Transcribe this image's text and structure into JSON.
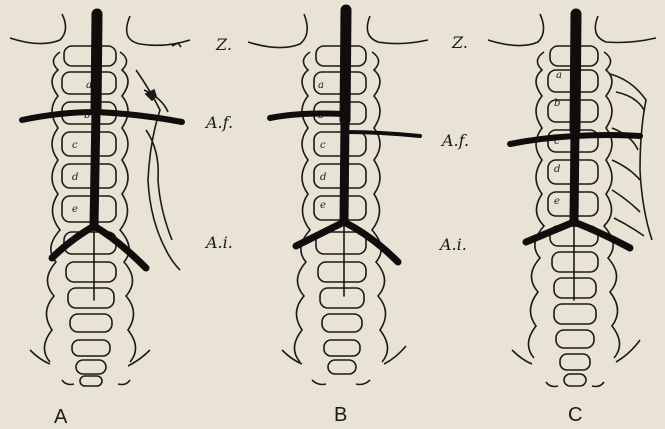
{
  "side_labels": {
    "z": "Z.",
    "af": "A.f.",
    "ai": "A.i."
  },
  "panels": [
    {
      "label": "A",
      "vertebrae": [
        "a",
        "b",
        "c",
        "d",
        "e"
      ]
    },
    {
      "label": "B",
      "vertebrae": [
        "a",
        "b",
        "c",
        "d",
        "e"
      ]
    },
    {
      "label": "C",
      "vertebrae": [
        "a",
        "b",
        "c",
        "d",
        "e"
      ]
    }
  ],
  "colors": {
    "paper": "#e9e3d6",
    "ink": "#1c1a17",
    "vessel": "#0f0e0d"
  }
}
